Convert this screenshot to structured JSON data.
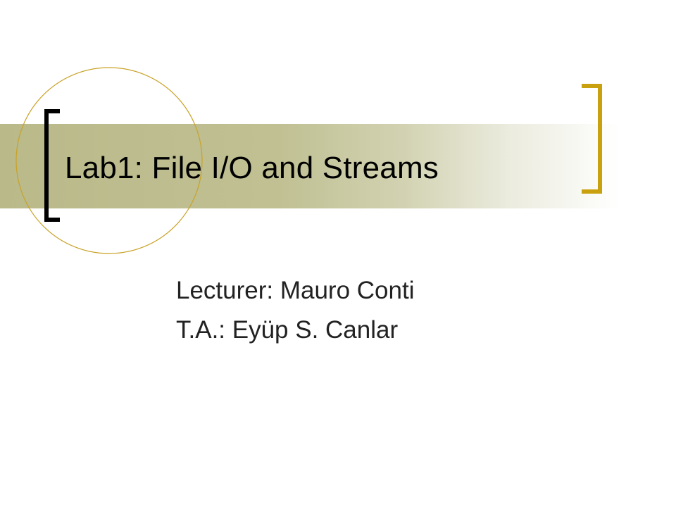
{
  "slide": {
    "title": "Lab1: File I/O and Streams",
    "subtitle_lines": [
      "Lecturer: Mauro Conti",
      "T.A.: Eyüp S. Canlar"
    ]
  },
  "theme": {
    "band_color": "#b9b98a",
    "accent_circle_color": "#c9a227",
    "left_bracket_color": "#000000",
    "right_bracket_color": "#c9a10e"
  }
}
